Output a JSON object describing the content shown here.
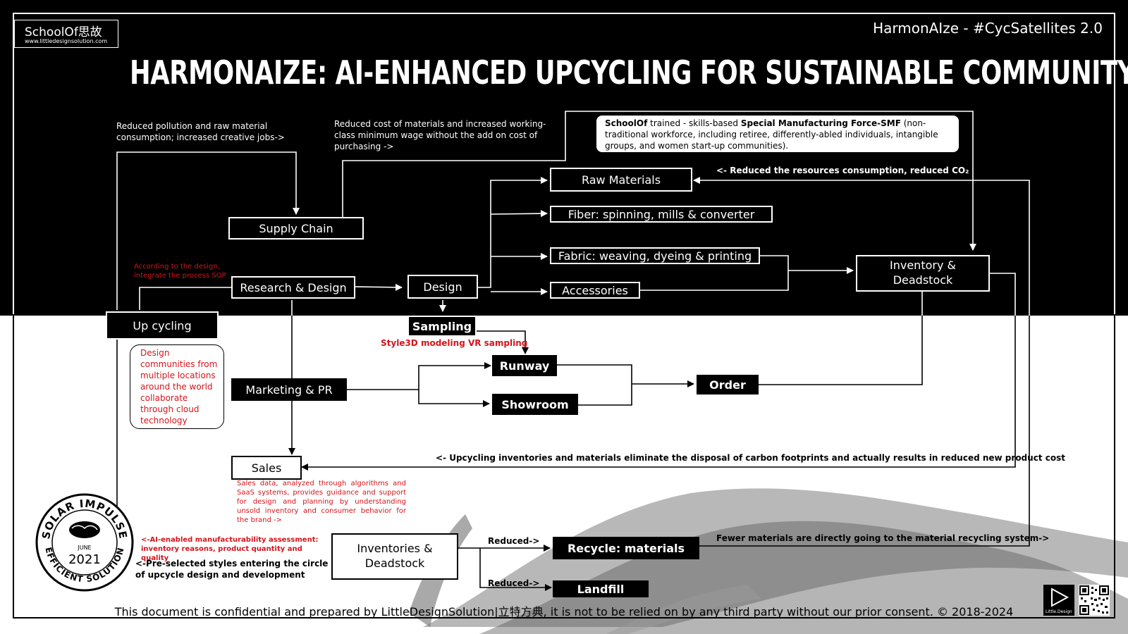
{
  "header": {
    "logo_text": "SchoolOf思故",
    "logo_url": "www.littledesignsolution.com",
    "right_title": "HarmonAIze - #CycSatellites 2.0",
    "main_title": "HARMONAIZE: AI-ENHANCED UPCYCLING FOR SUSTAINABLE COMMUNITY GROWTH"
  },
  "nodes": {
    "supply_chain": "Supply Chain",
    "raw_materials": "Raw Materials",
    "fiber": "Fiber: spinning, mills & converter",
    "fabric": "Fabric: weaving, dyeing & printing",
    "accessories": "Accessories",
    "inventory_top_1": "Inventory &",
    "inventory_top_2": "Deadstock",
    "research_design": "Research & Design",
    "design": "Design",
    "sampling": "Sampling",
    "up_cycling": "Up cycling",
    "runway": "Runway",
    "showroom": "Showroom",
    "order": "Order",
    "marketing_pr": "Marketing & PR",
    "sales": "Sales",
    "inventories_bottom_1": "Inventories &",
    "inventories_bottom_2": "Deadstock",
    "recycle": "Recycle: materials",
    "landfill": "Landfill"
  },
  "notes": {
    "pollution": "Reduced pollution and raw material consumption; increased creative jobs->",
    "cost": "Reduced cost of materials and increased working-class minimum wage without the add on cost of purchasing ->",
    "smf_bold1": "SchoolOf",
    "smf_text1": " trained - skills-based ",
    "smf_bold2": "Special Manufacturing Force-SMF",
    "smf_text2": " (non- traditional workforce,  including retiree, differently-abled individuals, intangible groups, and women start-up communities).",
    "resources": "<- Reduced the resources consumption, reduced CO₂",
    "sop": "According to the design, integrate the process SOP",
    "style3d": "Style3D modeling VR sampling",
    "communities": "Design communities from multiple locations around the world collaborate through cloud technology",
    "upcycling_inv": "<- Upcycling inventories and materials eliminate the disposal of carbon footprints and actually results in reduced new product cost",
    "sales_data": "Sales data, analyzed through algorithms and SaaS systems, provides guidance and support for design and planning by understanding unsold inventory and consumer behavior for the brand ->",
    "ai_assess": "<-AI-enabled manufacturability assessment: inventory reasons, product quantity and quality",
    "preselected": "<-Pre-selected styles entering the circle of upcycle design and development",
    "reduced_1": "Reduced->",
    "reduced_2": "Reduced->",
    "fewer": "Fewer materials are directly going to the material recycling system->"
  },
  "badge": {
    "top": "SOLAR IMPULSE",
    "bottom": "EFFICIENT SOLUTION",
    "month": "JUNE",
    "year": "2021"
  },
  "footer": {
    "text": "This document is confidential and prepared by LittleDesignSolution|立特方典, it is not to be relied on by any third party without our prior consent. © 2018-2024"
  },
  "corner_logo_label": "Little.Design"
}
